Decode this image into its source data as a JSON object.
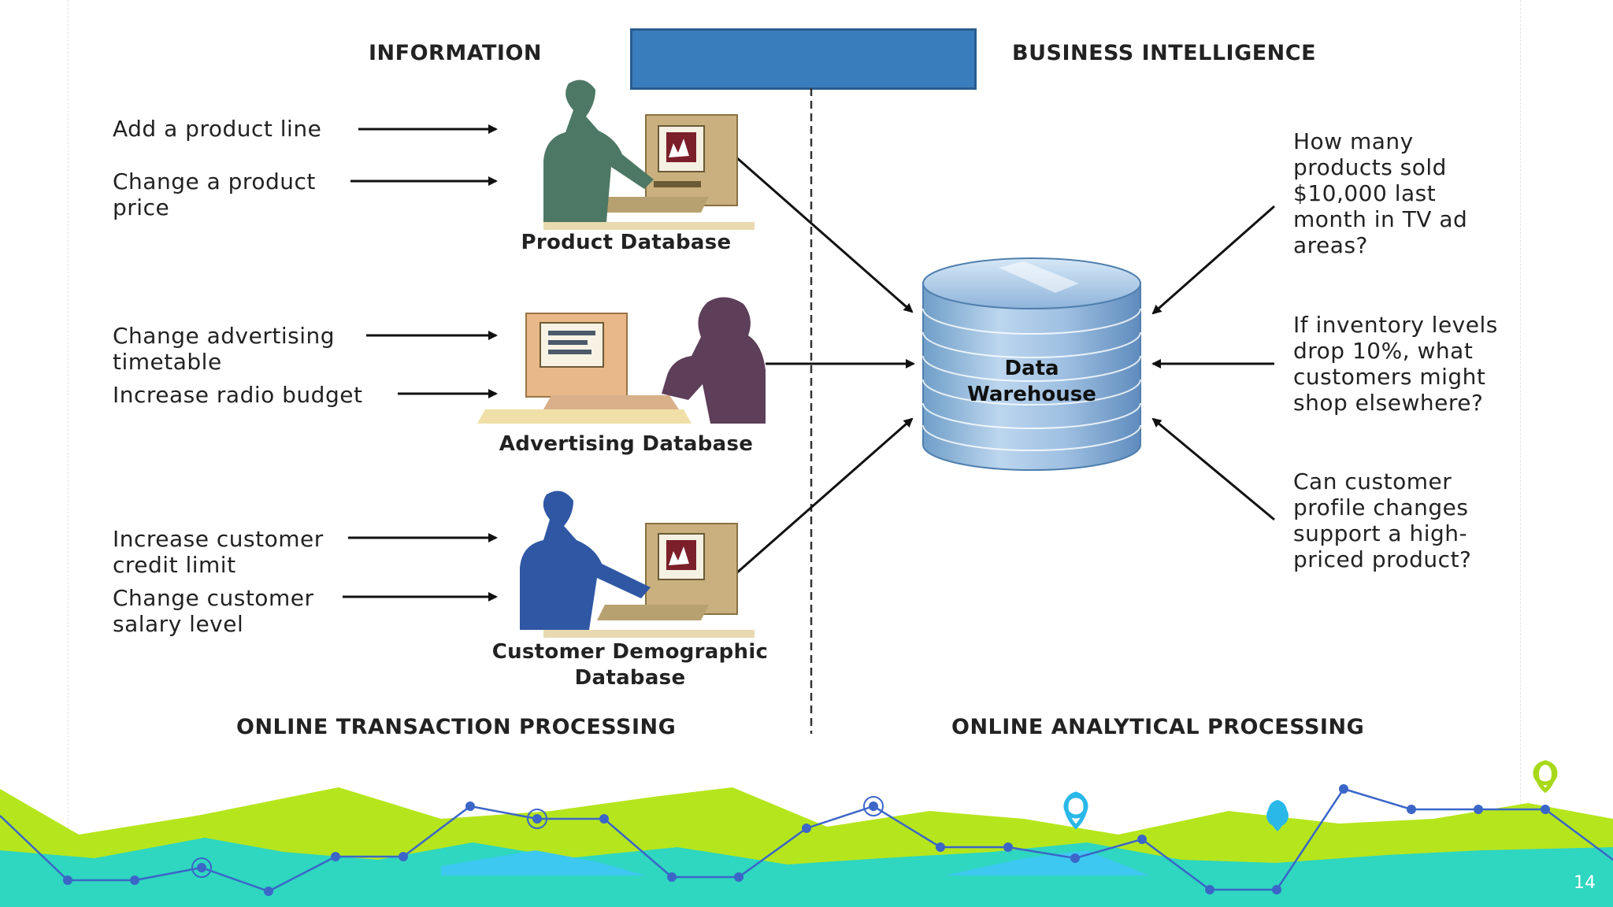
{
  "headers": {
    "information": "INFORMATION",
    "business_intelligence": "BUSINESS INTELLIGENCE",
    "oltp": "ONLINE TRANSACTION PROCESSING",
    "olap": "ONLINE ANALYTICAL PROCESSING"
  },
  "inputs": {
    "add_product_line": "Add a product line",
    "change_product_price": "Change a product price",
    "change_advertising_timetable": "Change advertising timetable",
    "increase_radio_budget": "Increase radio budget",
    "increase_customer_credit_limit": "Increase customer credit limit",
    "change_customer_salary_level": "Change customer salary level"
  },
  "databases": {
    "product": "Product Database",
    "advertising": "Advertising Database",
    "customer": "Customer Demographic Database"
  },
  "warehouse": {
    "label": "Data Warehouse"
  },
  "questions": {
    "q1": "How many products sold $10,000 last month in TV ad areas?",
    "q2": "If inventory levels drop 10%, what customers might shop elsewhere?",
    "q3": "Can customer profile changes support a high-priced product?"
  },
  "colors": {
    "title_box": "#3a7dbd",
    "person_product": "#4d7865",
    "person_advertising": "#5e3f5a",
    "person_customer": "#2f57a4",
    "footer_lime": "#b5e61d",
    "footer_teal": "#2fd6c0",
    "footer_cyan": "#3cc8f0",
    "footer_line": "#3b66c8"
  },
  "page_number": "14"
}
